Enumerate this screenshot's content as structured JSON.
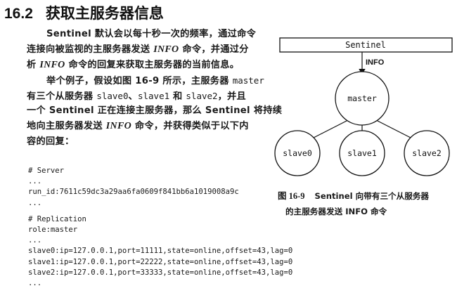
{
  "section": {
    "number": "16.2",
    "title": "获取主服务器信息"
  },
  "paragraph1": {
    "l1": {
      "a": "Sentinel 默认会以每十秒一次的频率，通过命令"
    },
    "l2": {
      "a": "连接向被监视的主服务器发送 ",
      "b": "INFO",
      "c": " 命令，并通过分"
    },
    "l3": {
      "a": "析 ",
      "b": "INFO",
      "c": " 命令的回复来获取主服务器的当前信息。"
    }
  },
  "paragraph2": {
    "l1": {
      "a": "举个例子，假设如图 16-9 所示，主服务器 ",
      "b": "master"
    },
    "l2": {
      "a": "有三个从服务器 ",
      "b": "slave0",
      "c": "、",
      "d": "slave1",
      "e": " 和 ",
      "f": "slave2",
      "g": "，并且"
    },
    "l3": {
      "a": "一个 Sentinel 正在连接主服务器，那么 Sentinel 将持续"
    },
    "l4": {
      "a": "地向主服务器发送 ",
      "b": "INFO",
      "c": " 命令，并获得类似于以下内"
    },
    "l5": {
      "a": "容的回复："
    }
  },
  "code_lines": [
    "# Server",
    "...",
    "run_id:7611c59dc3a29aa6fa0609f841bb6a1019008a9c",
    "...",
    "",
    "# Replication",
    "role:master",
    "...",
    "slave0:ip=127.0.0.1,port=11111,state=online,offset=43,lag=0",
    "slave1:ip=127.0.0.1,port=22222,state=online,offset=43,lag=0",
    "slave2:ip=127.0.0.1,port=33333,state=online,offset=43,lag=0",
    "..."
  ],
  "figure": {
    "sentinel_label": "Sentinel",
    "arrow_label": "INFO",
    "master_label": "master",
    "slaves": [
      "slave0",
      "slave1",
      "slave2"
    ]
  },
  "caption": {
    "number": "图 16-9",
    "line1": "Sentinel 向带有三个从服务器",
    "line2": "的主服务器发送 INFO 命令"
  }
}
